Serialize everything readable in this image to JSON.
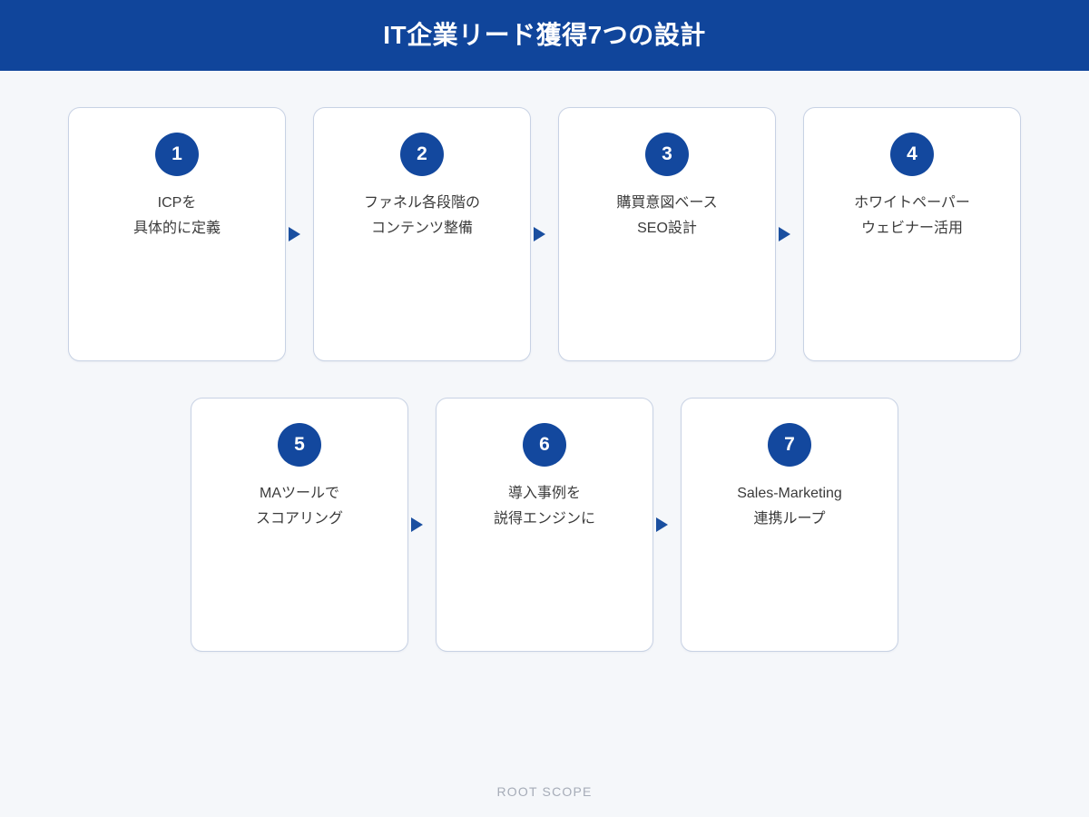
{
  "header": {
    "title": "IT企業リード獲得7つの設計",
    "background_color": "#10459b",
    "text_color": "#ffffff"
  },
  "theme": {
    "page_background": "#f5f7fa",
    "card_background": "#ffffff",
    "card_border": "#c8d2e4",
    "badge_color": "#13489e",
    "arrow_color": "#1a4fa0",
    "label_text_color": "#3b3b3b",
    "footer_text_color": "#a6acb8"
  },
  "flow": {
    "rows": [
      {
        "name": "row-1",
        "steps": [
          {
            "number": "1",
            "label": "ICPを\n具体的に定義"
          },
          {
            "number": "2",
            "label": "ファネル各段階の\nコンテンツ整備"
          },
          {
            "number": "3",
            "label": "購買意図ベース\nSEO設計"
          },
          {
            "number": "4",
            "label": "ホワイトペーパー\nウェビナー活用"
          }
        ],
        "connectors": [
          "arrow-right",
          "arrow-right",
          "arrow-right"
        ]
      },
      {
        "name": "row-2",
        "steps": [
          {
            "number": "5",
            "label": "MAツールで\nスコアリング"
          },
          {
            "number": "6",
            "label": "導入事例を\n説得エンジンに"
          },
          {
            "number": "7",
            "label": "Sales-Marketing\n連携ループ"
          }
        ],
        "connectors": [
          "arrow-right",
          "arrow-right"
        ]
      }
    ]
  },
  "footer": {
    "brand": "ROOT SCOPE"
  }
}
